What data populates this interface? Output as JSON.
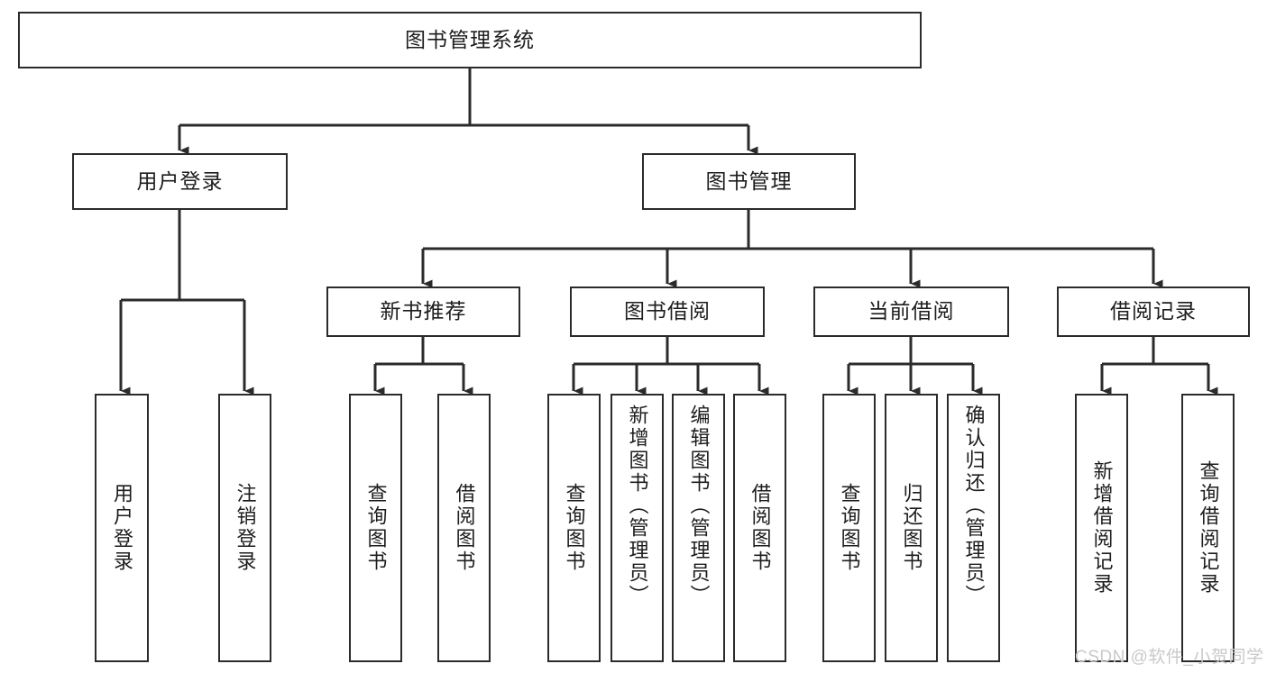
{
  "diagram": {
    "title": "图书管理系统",
    "type": "functional-structure-tree",
    "watermark": "CSDN @软件_小贺同学",
    "colors": {
      "box_border": "#2b2b2b",
      "box_fill": "#ffffff",
      "connector": "#2b2b2b",
      "text": "#1d1d1d",
      "watermark": "#c9c9c9",
      "background": "#ffffff"
    },
    "root": {
      "id": "root",
      "label": "图书管理系统"
    },
    "level2": [
      {
        "id": "user-login",
        "label": "用户登录"
      },
      {
        "id": "book-manage",
        "label": "图书管理"
      }
    ],
    "level3": [
      {
        "id": "new-book-recommend",
        "label": "新书推荐",
        "parent": "book-manage"
      },
      {
        "id": "book-borrow",
        "label": "图书借阅",
        "parent": "book-manage"
      },
      {
        "id": "current-borrow",
        "label": "当前借阅",
        "parent": "book-manage"
      },
      {
        "id": "borrow-record",
        "label": "借阅记录",
        "parent": "book-manage"
      }
    ],
    "leaves": {
      "user-login": [
        {
          "id": "leaf-user-login",
          "label": "用户登录"
        },
        {
          "id": "leaf-user-logout",
          "label": "注销登录"
        }
      ],
      "new-book-recommend": [
        {
          "id": "leaf-query-book-1",
          "label": "查询图书"
        },
        {
          "id": "leaf-borrow-book-1",
          "label": "借阅图书"
        }
      ],
      "book-borrow": [
        {
          "id": "leaf-query-book-2",
          "label": "查询图书"
        },
        {
          "id": "leaf-add-book",
          "label": "新增图书（管理员）"
        },
        {
          "id": "leaf-edit-book",
          "label": "编辑图书（管理员）"
        },
        {
          "id": "leaf-borrow-book-2",
          "label": "借阅图书"
        }
      ],
      "current-borrow": [
        {
          "id": "leaf-query-book-3",
          "label": "查询图书"
        },
        {
          "id": "leaf-return-book",
          "label": "归还图书"
        },
        {
          "id": "leaf-confirm-return",
          "label": "确认归还（管理员）"
        }
      ],
      "borrow-record": [
        {
          "id": "leaf-add-record",
          "label": "新增借阅记录"
        },
        {
          "id": "leaf-query-record",
          "label": "查询借阅记录"
        }
      ]
    }
  }
}
